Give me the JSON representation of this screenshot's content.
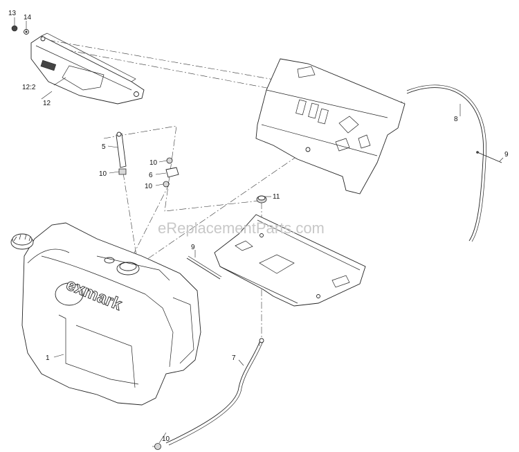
{
  "diagram": {
    "watermark": "eReplacementParts.com",
    "logo": "exmark",
    "callouts": {
      "c1": "1",
      "c5": "5",
      "c6": "6",
      "c7": "7",
      "c8": "8",
      "c9a": "9",
      "c9b": "9",
      "c10a": "10",
      "c10b": "10",
      "c10c": "10",
      "c10d": "10",
      "c11": "11",
      "c12": "12",
      "c12_2": "12:2",
      "c13": "13",
      "c14": "14"
    }
  }
}
